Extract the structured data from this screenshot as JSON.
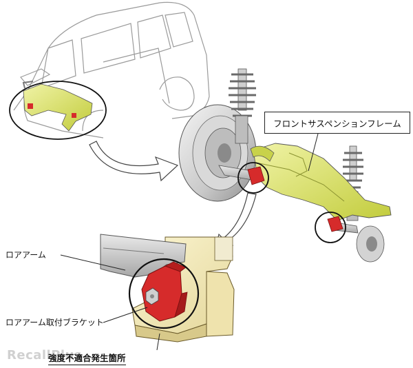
{
  "labels": {
    "front_suspension_frame": "フロントサスペンションフレーム",
    "lower_arm": "ロアアーム",
    "lower_arm_bracket": "ロアアーム取付ブラケット",
    "defect_location": "強度不適合発生箇所"
  },
  "watermark": "RecallPlus",
  "colors": {
    "frame": "#d8e26a",
    "bracket": "#d62b2b",
    "outline": "#333333",
    "car_line": "#9a9a9a"
  }
}
